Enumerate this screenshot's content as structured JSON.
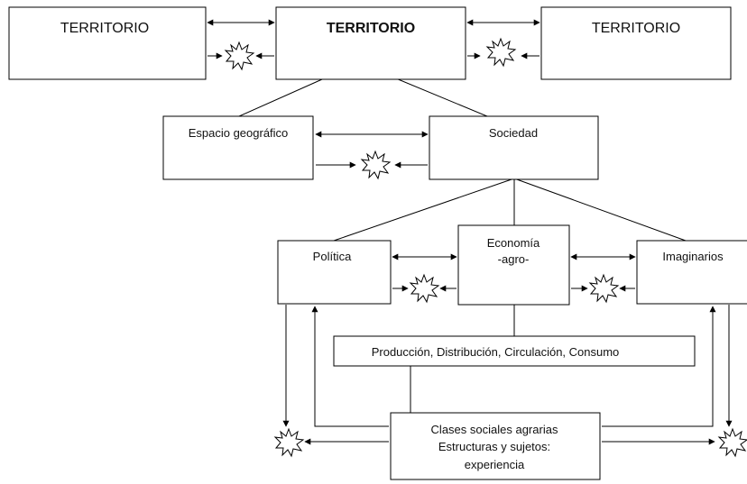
{
  "boxes": {
    "territorio_left": "TERRITORIO",
    "territorio_center": "TERRITORIO",
    "territorio_right": "TERRITORIO",
    "espacio_geografico": "Espacio geográfico",
    "sociedad": "Sociedad",
    "politica": "Política",
    "economia_line1": "Economía",
    "economia_line2": "-agro-",
    "imaginarios": "Imaginarios",
    "produccion": "Producción, Distribución, Circulación, Consumo",
    "clases_line1": "Clases sociales agrarias",
    "clases_line2": "Estructuras y sujetos:",
    "clases_line3": "experiencia"
  }
}
